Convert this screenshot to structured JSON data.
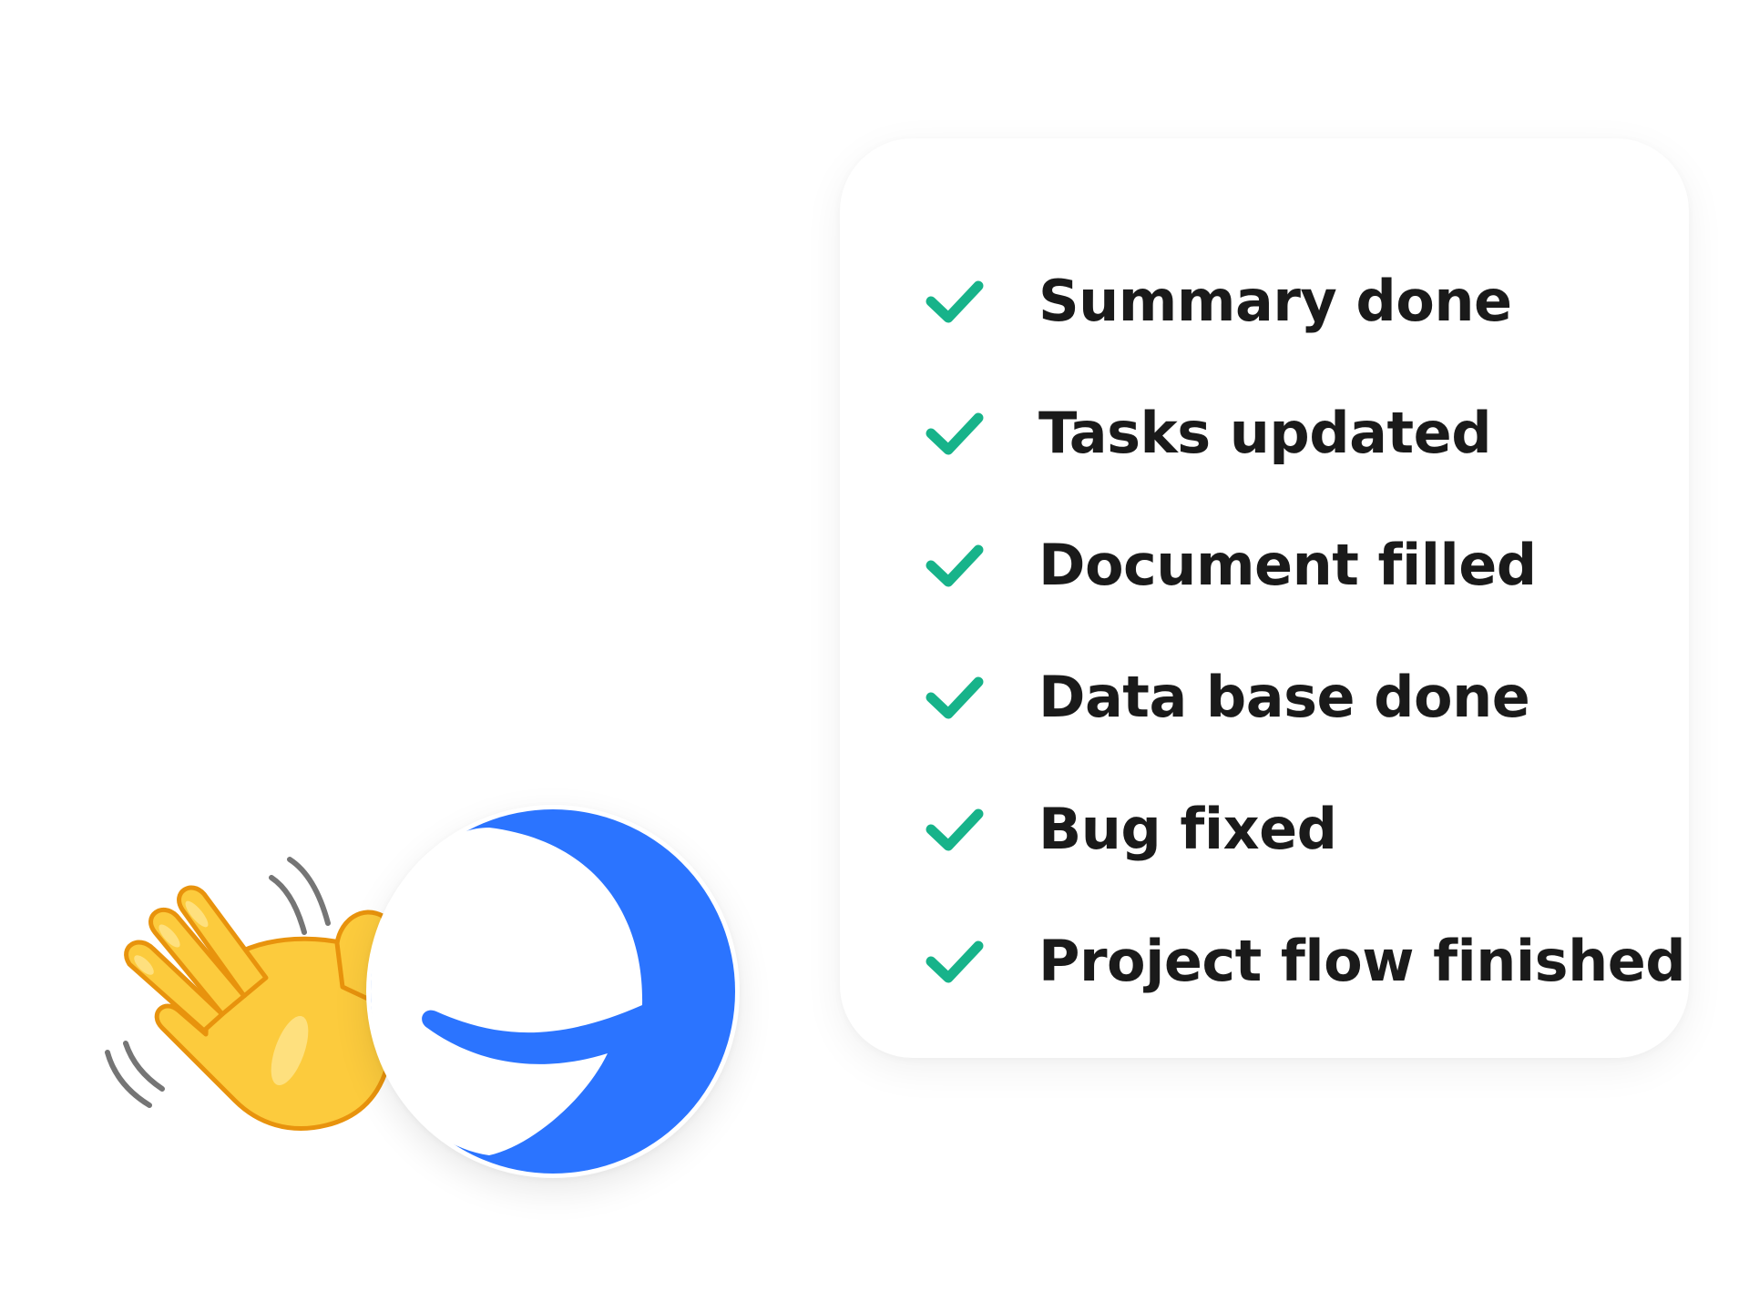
{
  "checklist": {
    "items": [
      {
        "label": "Summary done",
        "status": "done",
        "icon": "checkmark-icon"
      },
      {
        "label": "Tasks updated",
        "status": "done",
        "icon": "checkmark-icon"
      },
      {
        "label": "Document filled",
        "status": "done",
        "icon": "checkmark-icon"
      },
      {
        "label": "Data base done",
        "status": "done",
        "icon": "checkmark-icon"
      },
      {
        "label": "Bug fixed",
        "status": "done",
        "icon": "checkmark-icon"
      },
      {
        "label": "Project flow finished",
        "status": "done",
        "icon": "checkmark-icon"
      }
    ]
  },
  "brand": {
    "logo_icon": "chat-bubble-logo-icon",
    "wave_icon": "waving-hand-icon"
  },
  "colors": {
    "check_green": "#17b38a",
    "logo_blue": "#2b74ff",
    "text_dark": "#1a1a1a",
    "hand_yellow": "#fccb3d",
    "hand_outline": "#e8930d",
    "motion_lines": "#757575"
  }
}
